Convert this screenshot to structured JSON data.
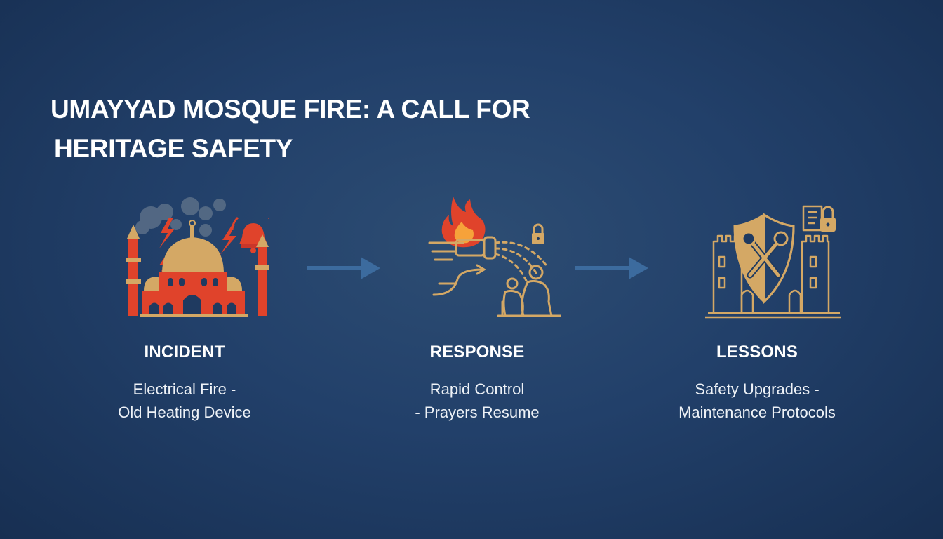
{
  "title": {
    "line1": "UMAYYAD MOSQUE FIRE: A CALL FOR",
    "line2": "HERITAGE SAFETY"
  },
  "steps": [
    {
      "icon": "burning-mosque-icon",
      "heading": "INCIDENT",
      "desc_line1": "Electrical Fire -",
      "desc_line2": "Old Heating Device"
    },
    {
      "icon": "fire-extinguishing-icon",
      "heading": "RESPONSE",
      "desc_line1": "Rapid Control",
      "desc_line2": "- Prayers Resume"
    },
    {
      "icon": "shield-tools-icon",
      "heading": "LESSONS",
      "desc_line1": "Safety Upgrades -",
      "desc_line2": "Maintenance Protocols"
    }
  ],
  "colors": {
    "background": "#22406a",
    "fire_red": "#e0432b",
    "gold": "#d4a865",
    "arrow": "#3c6b9e",
    "smoke": "#5b6f88"
  }
}
